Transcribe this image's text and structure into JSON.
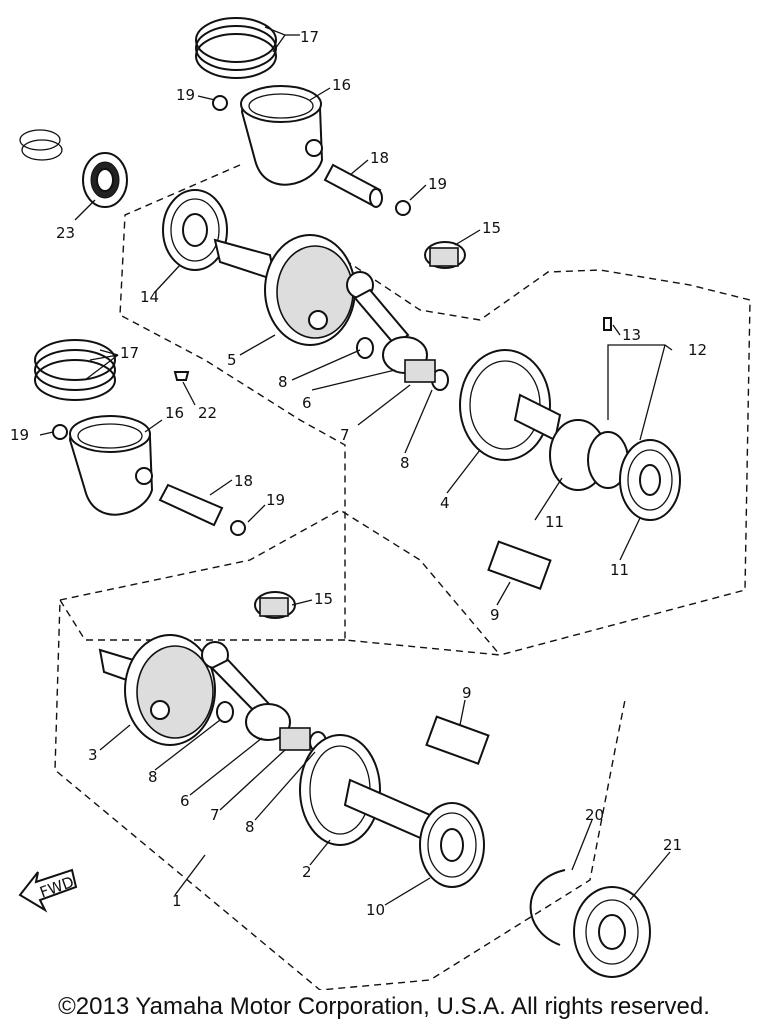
{
  "callouts": {
    "c1": "1",
    "c2": "2",
    "c3": "3",
    "c4": "4",
    "c5": "5",
    "c6a": "6",
    "c6b": "6",
    "c7a": "7",
    "c7b": "7",
    "c8a": "8",
    "c8b": "8",
    "c8c": "8",
    "c8d": "8",
    "c9a": "9",
    "c9b": "9",
    "c10": "10",
    "c11a": "11",
    "c11b": "11",
    "c12": "12",
    "c13": "13",
    "c14": "14",
    "c15a": "15",
    "c15b": "15",
    "c16a": "16",
    "c16b": "16",
    "c17a": "17",
    "c17b": "17",
    "c18a": "18",
    "c18b": "18",
    "c19a": "19",
    "c19b": "19",
    "c19c": "19",
    "c19d": "19",
    "c20": "20",
    "c21": "21",
    "c22": "22",
    "c23": "23"
  },
  "fwd_label": "FWD",
  "copyright": "©2013 Yamaha Motor Corporation, U.S.A. All rights reserved."
}
